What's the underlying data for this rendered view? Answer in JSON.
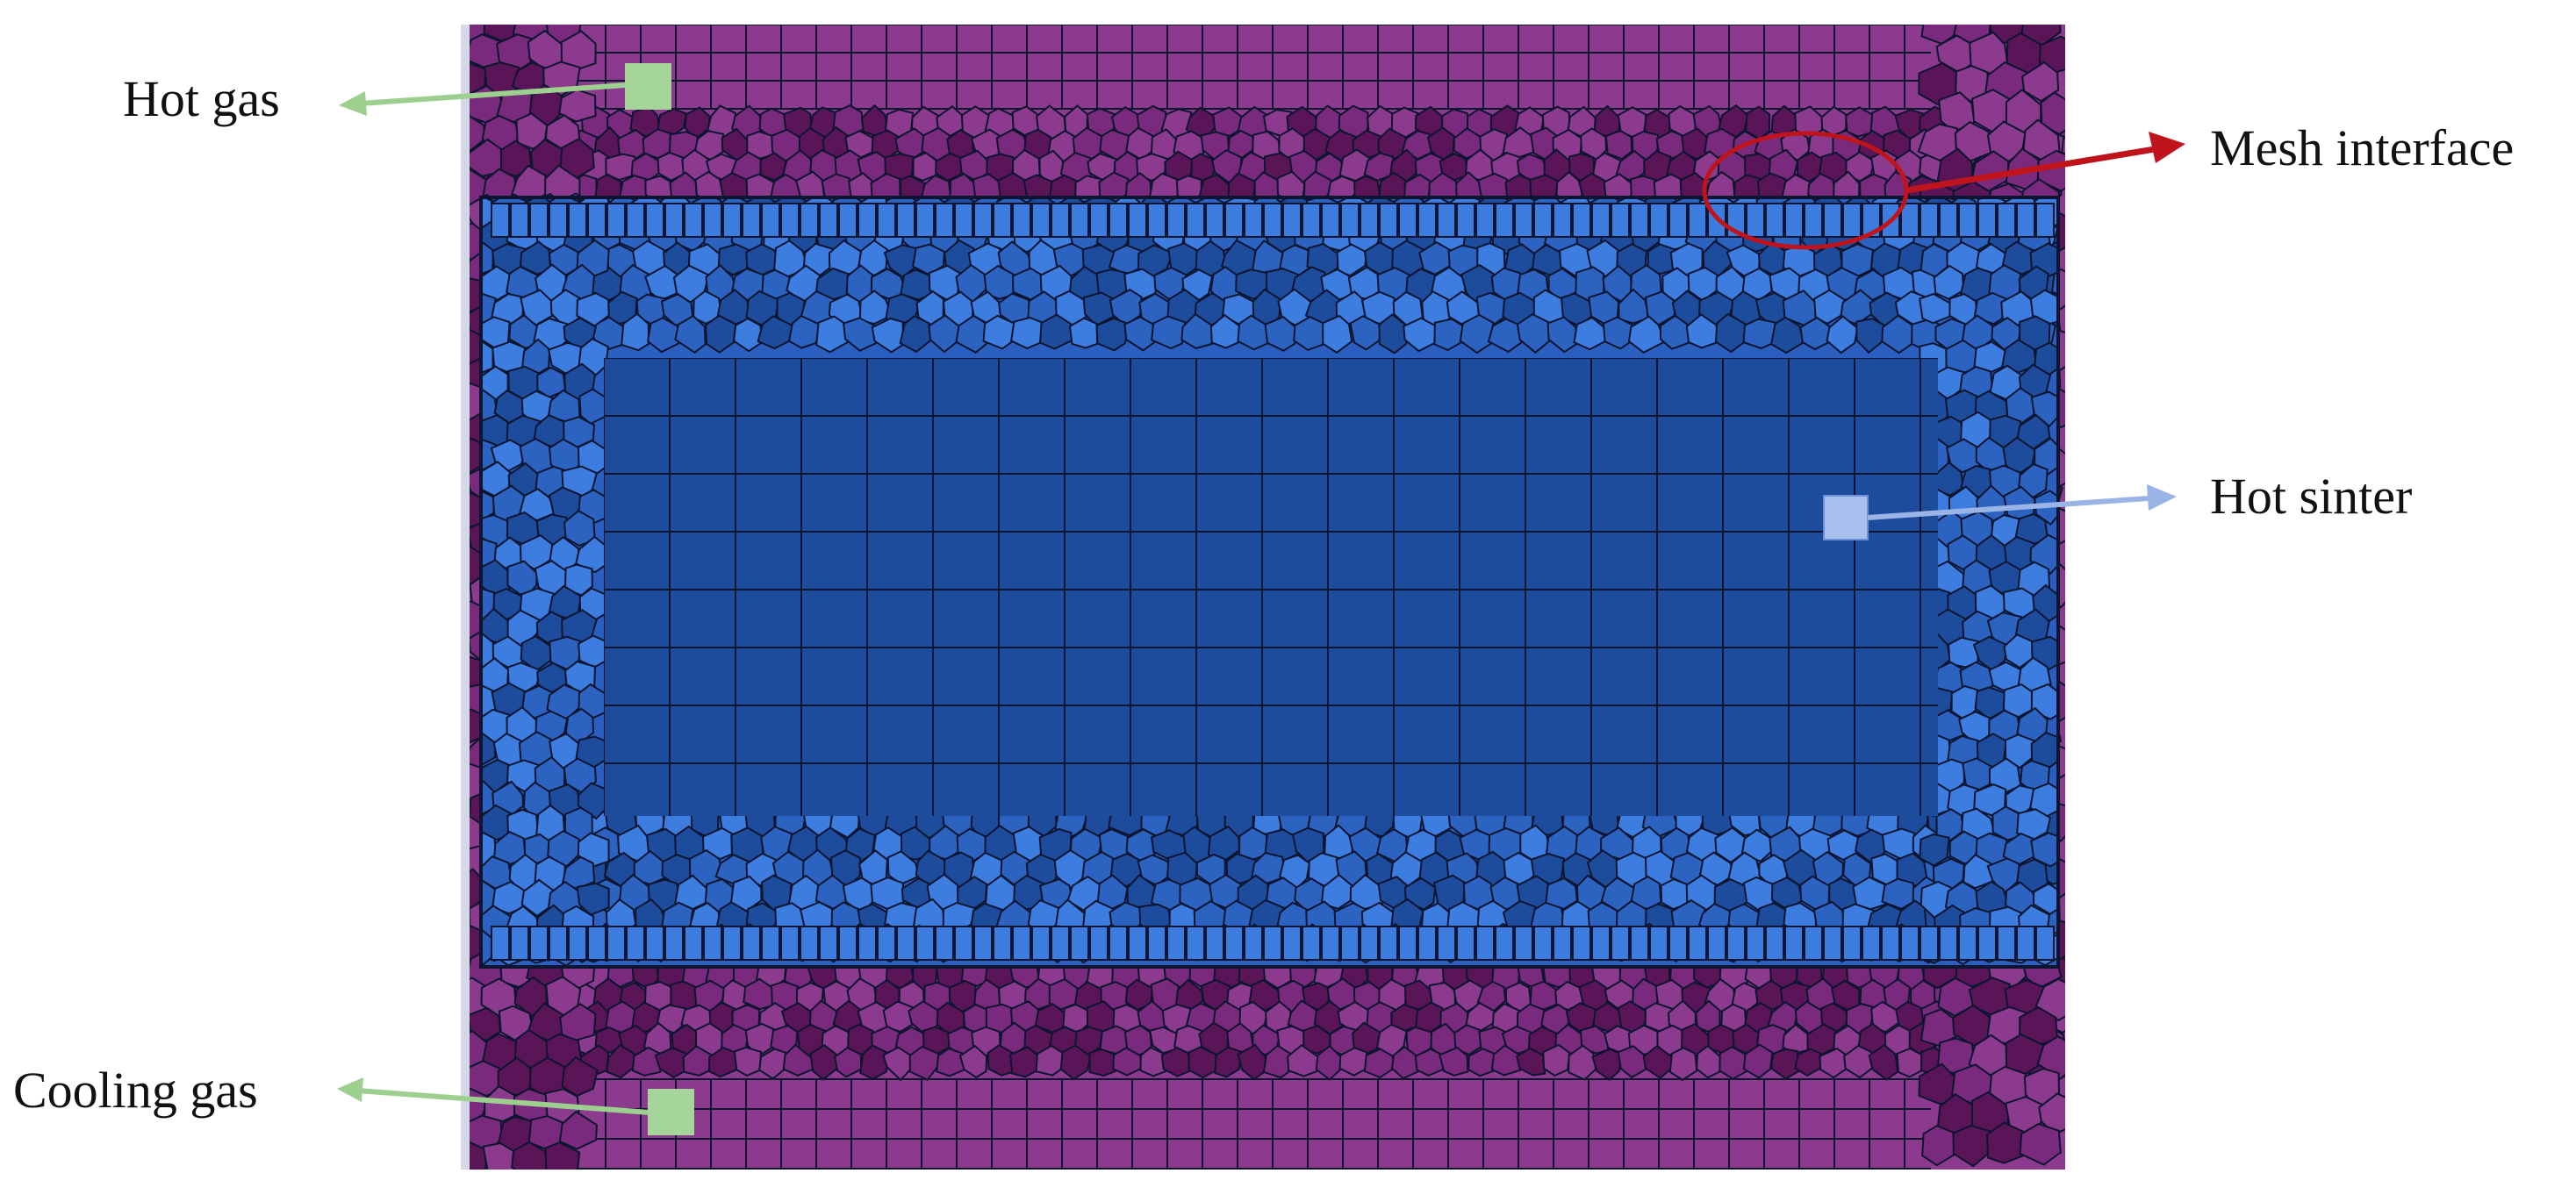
{
  "labels": {
    "hot_gas": "Hot gas",
    "cooling_gas": "Cooling gas",
    "mesh_interface": "Mesh interface",
    "hot_sinter": "Hot sinter"
  },
  "colors": {
    "gas_region": "#8b3a8e",
    "gas_cell_dark": "#5a1558",
    "gas_cell_mid": "#7a2a7c",
    "sinter_core": "#1e4c9c",
    "sinter_cell_light": "#3d7de0",
    "sinter_cell_mid": "#2d63c0",
    "mesh_line": "#0d1530",
    "gas_marker": "#a6d59a",
    "sinter_marker": "#a9c0ee",
    "gas_arrow": "#9dcf8f",
    "sinter_arrow": "#9ab4e6",
    "interface_arrow": "#c0141c",
    "interface_ellipse": "#c0141c"
  },
  "icons": {
    "hot_gas_marker": "square-marker",
    "cooling_gas_marker": "square-marker",
    "hot_sinter_marker": "square-marker",
    "interface_highlight": "ellipse-outline"
  }
}
